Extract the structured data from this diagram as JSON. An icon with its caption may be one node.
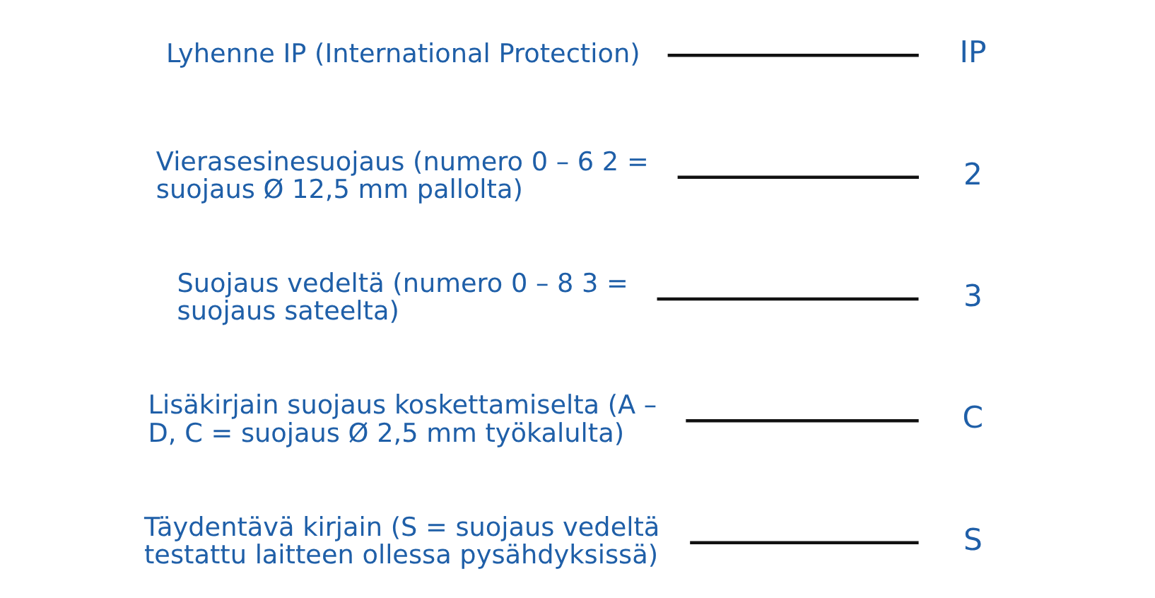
{
  "diagram": {
    "nodes": [
      {
        "text": [
          "IP"
        ]
      },
      {
        "text": [
          "2"
        ]
      },
      {
        "text": [
          "3"
        ]
      },
      {
        "text": [
          "C"
        ]
      },
      {
        "text": [
          "S"
        ]
      },
      {
        "text": [
          "Lyhenne IP (International Protection)"
        ]
      },
      {
        "text": [
          "Vierasesinesuojaus (numero 0 – 6 2 = suojaus Ø 12,5 mm pallolta)"
        ]
      },
      {
        "text": [
          "Suojaus vedeltä (numero 0 – 8 3 = suojaus sateelta)"
        ]
      },
      {
        "text": [
          "Lisäkirjain suojaus koskettamiselta (A – D, C = suojaus Ø 2,5 mm työkalulta)"
        ]
      },
      {
        "text": [
          "Täydentävä kirjain (S = suojaus vedeltä testattu laitteen ollessa pysähdyksissä)"
        ]
      }
    ],
    "edges": [
      {
        "from": 5,
        "to": 0,
        "arrow": "none"
      },
      {
        "from": 6,
        "to": 1,
        "arrow": "none"
      },
      {
        "from": 7,
        "to": 2,
        "arrow": "none"
      },
      {
        "from": 8,
        "to": 3,
        "arrow": "none"
      },
      {
        "from": 9,
        "to": 4,
        "arrow": "none"
      }
    ]
  }
}
